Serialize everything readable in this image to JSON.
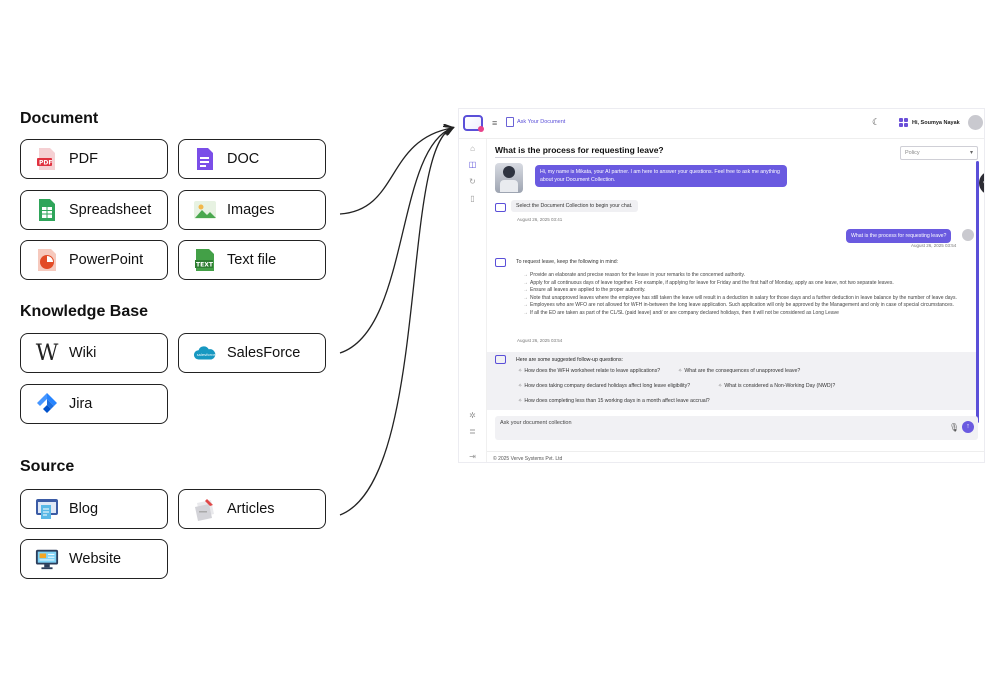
{
  "sections": {
    "document": "Document",
    "knowledge_base": "Knowledge Base",
    "source": "Source"
  },
  "sources": {
    "pdf": "PDF",
    "doc": "DOC",
    "spreadsheet": "Spreadsheet",
    "images": "Images",
    "powerpoint": "PowerPoint",
    "text_file": "Text file",
    "wiki": "Wiki",
    "salesforce": "SalesForce",
    "jira": "Jira",
    "blog": "Blog",
    "articles": "Articles",
    "website": "Website"
  },
  "icons": {
    "pdf": "pdf-file-icon",
    "doc": "doc-file-icon",
    "spreadsheet": "spreadsheet-icon",
    "images": "image-icon",
    "powerpoint": "powerpoint-icon",
    "text_file": "text-file-icon",
    "wiki": "wikipedia-icon",
    "salesforce": "salesforce-icon",
    "jira": "jira-icon",
    "blog": "blog-icon",
    "articles": "articles-icon",
    "website": "website-icon"
  },
  "pdf_badge": "PDF",
  "text_badge": "TEXT",
  "salesforce_badge": "salesforce",
  "wiki_glyph": "W",
  "app": {
    "tab_label": "Ask Your Document",
    "user_name": "Hi, Soumya Nayak",
    "question_title": "What is the process for requesting leave?",
    "policy_select": "Policy",
    "bot_greeting": "Hi, my name is Mikata, your AI partner. I am here to answer your questions. Feel free to ask me anything about your Document Collection.",
    "select_collection": "Select the Document Collection to begin your chat.",
    "timestamp_1": "August 26, 2025 03:41",
    "user_question": "What is the process for requesting leave?",
    "timestamp_2": "August 26, 2025 03:54",
    "answer_intro": "To request leave, keep the following in mind:",
    "answer_points": [
      "Provide an elaborate and precise reason for the leave in your remarks to the concerned authority.",
      "Apply for all continuous days of leave together. For example, if applying for leave for Friday and the first half of Monday, apply as one leave, not two separate leaves.",
      "Ensure all leaves are applied to the proper authority.",
      "Note that unapproved leaves where the employee has still taken the leave will result in a deduction in salary for those days and a further deduction in leave balance by the number of leave days.",
      "Employees who are WFO are not allowed for WFH in-between the long leave application. Such application will only be approved by the Management and only in case of special circumstances.",
      "If all the ED are taken as part of the CL/SL (paid leave) and/ or are company declared holidays, then it will not be considered as Long Leave"
    ],
    "timestamp_3": "August 26, 2025 03:54",
    "followups_title": "Here are some suggested follow-up questions:",
    "followups": [
      "How does the WFH worksheet relate to leave applications?",
      "What are the consequences of unapproved leave?",
      "How does taking company declared holidays affect long leave eligibility?",
      "What is considered a Non-Working Day (NWD)?",
      "How does completing less than 15 working days in a month affect leave accrual?"
    ],
    "composer_placeholder": "Ask your document collection",
    "footer": "© 2025 Verve Systems Pvt. Ltd",
    "accent_color": "#6a5ae0"
  }
}
